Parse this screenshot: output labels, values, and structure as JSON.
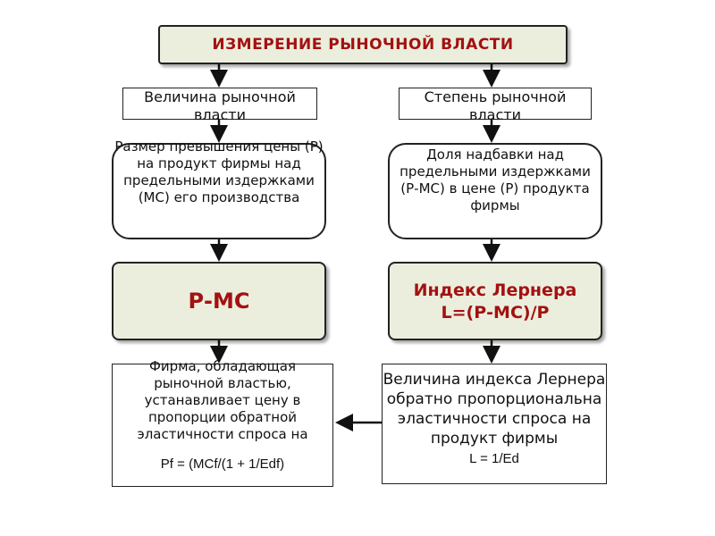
{
  "title": "ИЗМЕРЕНИЕ РЫНОЧНОЙ ВЛАСТИ",
  "left": {
    "label": "Величина рыночной власти",
    "definition": "Размер превышения цены (Р) на продукт фирмы над предельными издержками (МС) его производства",
    "formula": "Р-МС",
    "conclusion": "Фирма, обладающая рыночной властью, устанавливает цену в пропорции обратной эластичности спроса на",
    "price_formula": "Pf = (MCf/(1 + 1/Edf)"
  },
  "right": {
    "label": "Степень рыночной власти",
    "definition": "Доля надбавки над предельными издержками (Р-МС) в цене (Р) продукта фирмы",
    "formula_line1": "Индекс Лернера",
    "formula_line2": "L=(Р-МС)/Р",
    "conclusion": "Величина индекса Лернера обратно пропорциональна эластичности спроса на продукт фирмы",
    "overlay_formula": "L = 1/Ed"
  },
  "colors": {
    "accent": "#a31111",
    "fill": "#ebeedd",
    "stroke": "#222222"
  }
}
